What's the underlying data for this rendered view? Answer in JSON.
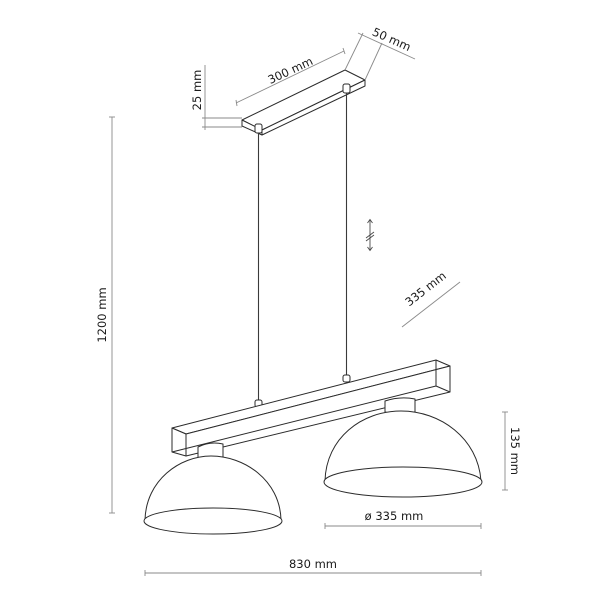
{
  "drawing": {
    "subject": "Two-shade pendant lamp technical dimension drawing",
    "colors": {
      "line": "#2b2b2b",
      "dimension_line": "#8a8a8a",
      "background": "#ffffff"
    }
  },
  "dimensions": {
    "canopy_length": "300 mm",
    "canopy_width": "50 mm",
    "canopy_height": "25 mm",
    "total_height": "1200 mm",
    "shade_diameter_diagonal": "335 mm",
    "shade_height": "135 mm",
    "shade_diameter": "ø 335 mm",
    "total_width": "830 mm"
  },
  "icons": {
    "adjustable_length": "double-arrow-with-break-icon"
  }
}
